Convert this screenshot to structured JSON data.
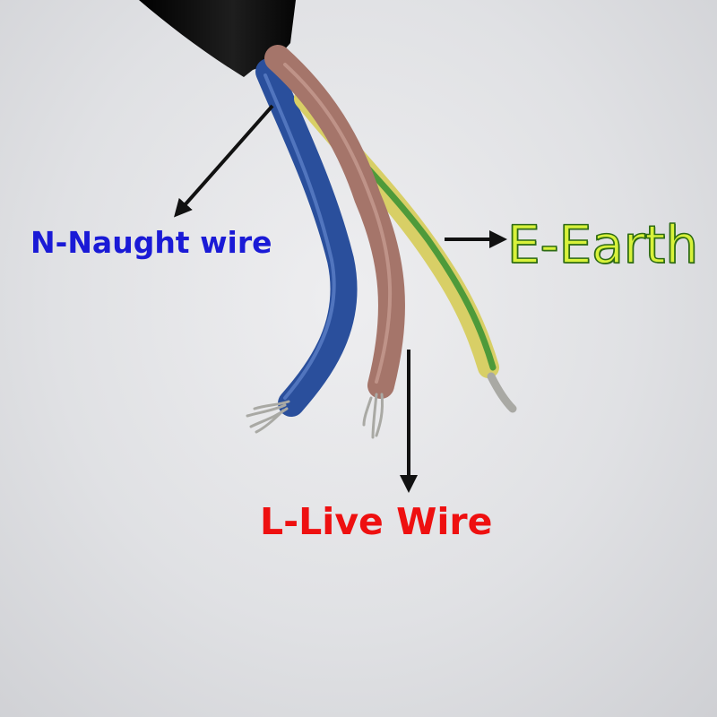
{
  "labels": {
    "neutral": {
      "text": "N-Naught wire",
      "color": "#1a1ad6"
    },
    "live": {
      "text": "L-Live Wire",
      "color": "#ee1010"
    },
    "earth": {
      "text": "E-Earth",
      "color": "#d8f23a"
    }
  },
  "wire_colors": {
    "sheath": "#141414",
    "blue": "#2a4f9c",
    "brown": "#a5756a",
    "yellow": "#d8cf66",
    "green_stripe": "#4e9a3a",
    "copper": "#a9a9a4"
  },
  "arrow_color": "#111111"
}
